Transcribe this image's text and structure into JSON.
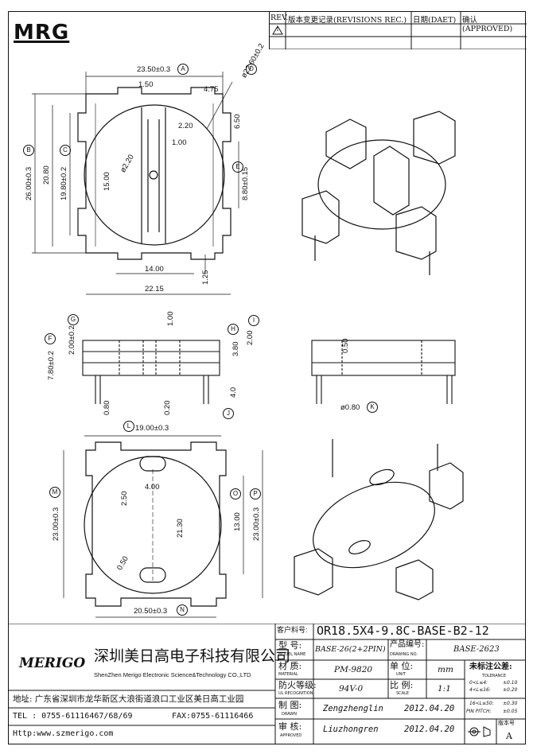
{
  "header": {
    "logo": "MRG",
    "rev_label": "REV.",
    "rev_record": "版本变更记录(REVISIONS REC.)",
    "date": "日期(DAET)",
    "approved": "确认(APPROVED)",
    "rev_mark": "1"
  },
  "dims_top": {
    "a": "23.50±0.3",
    "a_tag": "A",
    "d": "ø22.60±0.2",
    "d_tag": "D",
    "d150": "1.50",
    "d475": "4.75",
    "d650": "6.50",
    "d220a": "2.20",
    "d100": "1.00",
    "b": "26.00±0.3",
    "b_tag": "B",
    "c": "19.80±0.2",
    "c_tag": "C",
    "d2080": "20.80",
    "d220b": "ø2.20",
    "d1500": "15.00",
    "e": "8.80±0.15",
    "e_tag": "E",
    "d1400": "14.00",
    "d125": "1.25",
    "d2215": "22.15"
  },
  "dims_side": {
    "g": "2.00±0.2",
    "g_tag": "G",
    "f": "7.80±0.2",
    "f_tag": "F",
    "d100b": "1.00",
    "h": "3.80",
    "h_tag": "H",
    "i": "2.00",
    "i_tag": "I",
    "d40": "4.0",
    "d080": "0.80",
    "d020": "0.20",
    "j_tag": "J",
    "d050": "0.50",
    "k": "ø0.80",
    "k_tag": "K"
  },
  "dims_bottom": {
    "l": "19.00±0.3",
    "l_tag": "L",
    "d400": "4.00",
    "d250": "2.50",
    "m": "23.00±0.3",
    "m_tag": "M",
    "d2130": "21.30",
    "d1300": "13.00",
    "o_tag": "O",
    "p": "23.00±0.3",
    "p_tag": "P",
    "d050": "0.50",
    "n": "20.50±0.3",
    "n_tag": "N"
  },
  "title_block": {
    "customer_no_label": "客户料号:",
    "part_no": "OR18.5X4-9.8C-BASE-B2-12",
    "company_logo": "MERIGO",
    "company_cn": "深圳美日高电子科技有限公司",
    "company_en": "ShenZhen Merigo Electronic Science&Technology CO.,LTD",
    "address": "地址: 广东省深圳市龙华新区大浪街道浪口工业区美日高工业园",
    "tel": "TEL : 0755-61116467/68/69",
    "fax": "FAX:0755-61116466",
    "http": "Http:www.szmerigo.com",
    "model_label": "型  号:",
    "model_en": "MODEL NAME",
    "model": "BASE-26(2+2PIN)",
    "drawing_label": "产品编号:",
    "drawing_en": "DRAWING NO.",
    "drawing_no": "BASE-2623",
    "material_label": "材  质:",
    "material_en": "MATERIAL",
    "material": "PM-9820",
    "unit_label": "单  位:",
    "unit_en": "UNIT",
    "unit": "mm",
    "ul_label": "防火等级:",
    "ul_en": "UL RECOGNITION",
    "ul": "94V-0",
    "scale_label": "比  例:",
    "scale_en": "SCALE",
    "scale": "1:1",
    "drawn_label": "制  图:",
    "drawn_en": "DRAWN",
    "drawn": "Zengzhenglin",
    "drawn_date": "2012.04.20",
    "approved_label": "审  核:",
    "approved_en": "APPROVED",
    "approved": "Liuzhongren",
    "approved_date": "2012.04.20",
    "tol_title": "未标注公差:",
    "tol_en": "TOLERANCE",
    "tol1": "0<L≤4:",
    "tol1v": "±0.10",
    "tol2": "4<L≤16:",
    "tol2v": "±0.20",
    "tol3": "16<L≤50:",
    "tol3v": "±0.30",
    "tol4": "PIN PITCH:",
    "tol4v": "±0.05",
    "version_label": "版本号",
    "version": "A"
  }
}
